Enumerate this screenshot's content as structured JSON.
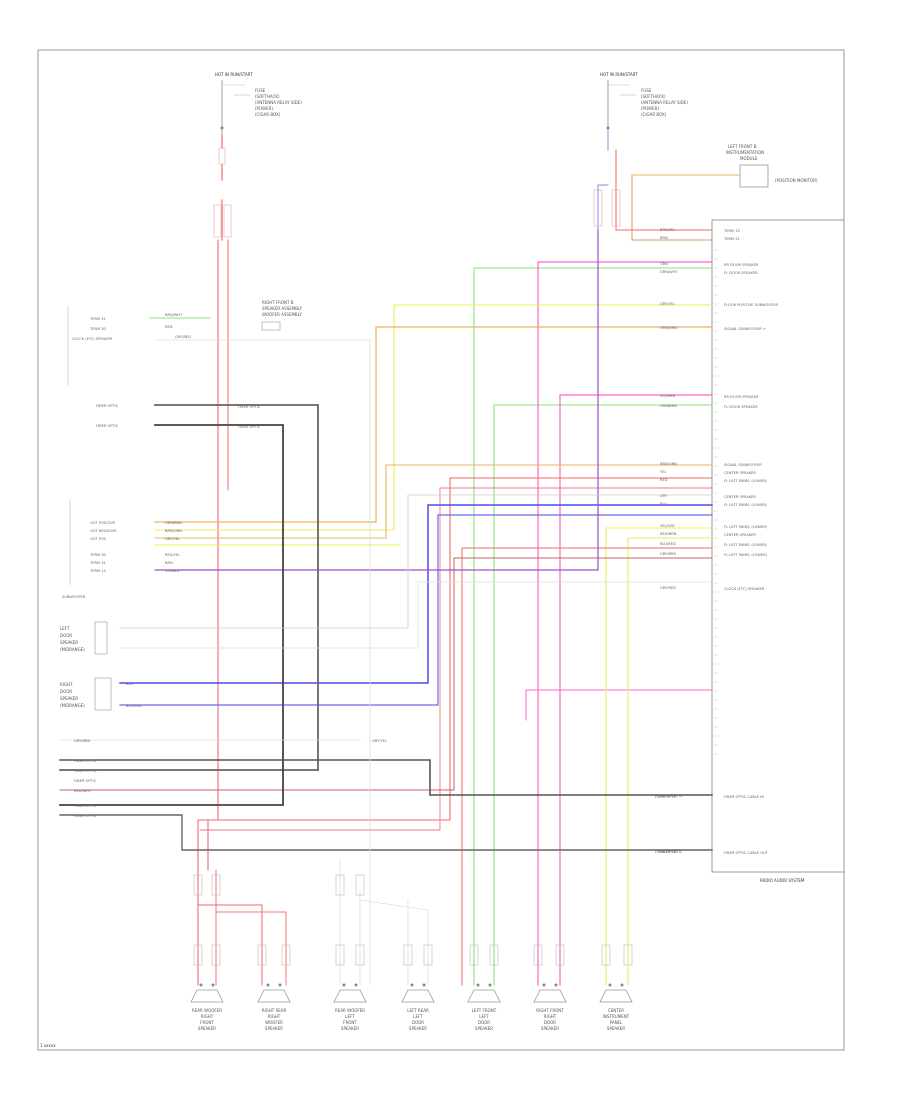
{
  "diagram": {
    "title": "",
    "footer_code": "1 xxxxx",
    "module_name": "RADIO AUDIO SYSTEM",
    "top_left_connector": {
      "header": "HOT IN RUN/START",
      "fuse_lines": [
        "FUSE",
        "(SOFTHACK)",
        "(ANTENNA RELAY SIDE)",
        "(POWER)",
        "(CIGAR BOX)"
      ]
    },
    "top_right_connector": {
      "header": "HOT IN RUN/START",
      "fuse_lines": [
        "FUSE",
        "(SOFTHACK)",
        "(ANTENNA RELAY SIDE)",
        "(POWER)",
        "(CIGAR BOX)"
      ]
    },
    "right_block": {
      "title": [
        "LEFT FRONT B",
        "INSTRUMENTATION",
        "MODULE"
      ],
      "side_label": "(POSITION MONITOR)"
    },
    "left_components": [
      {
        "label": [
          "RIGHT FRONT B",
          "SPEAKER ASSEMBLY",
          "WOOFER ASSEMBLY"
        ],
        "kind": "connector"
      },
      {
        "label": [
          "SUBWOOFER"
        ],
        "kind": "connector"
      },
      {
        "label": [
          "LEFT",
          "DOOR",
          "SPEAKER",
          "(MIDRANGE)"
        ],
        "kind": "switch"
      },
      {
        "label": [
          "RIGHT",
          "DOOR",
          "SPEAKER",
          "(MIDRANGE)"
        ],
        "kind": "switch"
      }
    ],
    "left_pins": [
      {
        "name": "TERM 31",
        "wire": "BRN/WHT"
      },
      {
        "name": "TERM 30",
        "wire": "RED"
      },
      {
        "name": "CLOCK (ETC) SPEAKER",
        "wire": "GRY/RED"
      },
      {
        "name": "FIBER OPTIC",
        "wire": ""
      },
      {
        "name": "FIBER OPTIC",
        "wire": ""
      }
    ],
    "subwoofer_pins": [
      {
        "name": "OUT POSITIVE",
        "wire": "ORN/BRN"
      },
      {
        "name": "OUT NEGATIVE",
        "wire": "BRN/ORN"
      },
      {
        "name": "OUT POS",
        "wire": "GRY/YEL"
      },
      {
        "name": "TERM 30",
        "wire": "RED/YEL"
      },
      {
        "name": "TERM 31",
        "wire": "BRN"
      },
      {
        "name": "TERM 15",
        "wire": "VIO/BLK"
      }
    ],
    "bottom_left_labels": [
      "GRY/BRN",
      "FIBER OPTIC",
      "FIBER OPTIC",
      "FIBER OPTIC",
      "RED/WHT",
      "FIBER OPTIC",
      "FIBER OPTIC"
    ],
    "module_pins": [
      {
        "name": "TERM 15",
        "wire": "BRN/YEL"
      },
      {
        "name": "TERM 31",
        "wire": "BRN"
      },
      {
        "name": "RR DOOR SPEAKER",
        "wire": "GRN"
      },
      {
        "name": "FL DOOR SPEAKER",
        "wire": "GRN/WHT"
      },
      {
        "name": "FLOOR POSITIVE SUBWOOFER",
        "wire": "GRY/YEL"
      },
      {
        "name": "SIGNAL SUBWOOFER +",
        "wire": "ORN/BRN"
      },
      {
        "name": "RR DOOR SPEAKER",
        "wire": "VIO/BRN"
      },
      {
        "name": "FL DOOR SPEAKER",
        "wire": "GRN/BRN"
      },
      {
        "name": "SIGNAL SUBWOOFER",
        "wire": "BRN/ORN"
      },
      {
        "name": "CENTER SPEAKER",
        "wire": "YEL"
      },
      {
        "name": "FL LEFT PANEL (LOWER)",
        "wire": "RED"
      },
      {
        "name": "CENTER SPEAKER",
        "wire": "GRY"
      },
      {
        "name": "FL LEFT PANEL (LOWER)",
        "wire": "BLU"
      },
      {
        "name": "FL LEFT PANEL (LOWER)",
        "wire": "YEL/GRY"
      },
      {
        "name": "CENTER SPEAKER",
        "wire": "RED/BRN"
      },
      {
        "name": "FL LEFT PANEL (LOWER)",
        "wire": "BLU/RED"
      },
      {
        "name": "FL LEFT PANEL (LOWER)",
        "wire": "GRY/BRN"
      },
      {
        "name": "CLOCK (ETC) SPEAKER",
        "wire": "GRY/RED"
      },
      {
        "name": "FIBER OPTIC CABLE IN",
        "wire": "FIBER OPTIC"
      },
      {
        "name": "FIBER OPTIC CABLE OUT",
        "wire": "FIBER OPTIC"
      }
    ],
    "wire_labels": {
      "red_yel": "RED/YEL",
      "fiber_optic": "FIBER OPTIC",
      "red_brn": "RED/BRN",
      "gry_yel": "GRY/YEL",
      "blu": "BLU",
      "blu_red": "BLU/RED"
    },
    "speakers": [
      {
        "label": [
          "REAR WOOFER",
          "RIGHT",
          "FRONT",
          "SPEAKER"
        ]
      },
      {
        "label": [
          "RIGHT REAR",
          "RIGHT",
          "WOOFER",
          "SPEAKER"
        ]
      },
      {
        "label": [
          "REAR WOOFER",
          "LEFT",
          "FRONT",
          "SPEAKER"
        ]
      },
      {
        "label": [
          "LEFT REAR",
          "LEFT",
          "DOOR",
          "SPEAKER"
        ]
      },
      {
        "label": [
          "LEFT FRONT",
          "LEFT",
          "DOOR",
          "SPEAKER"
        ]
      },
      {
        "label": [
          "RIGHT FRONT",
          "RIGHT",
          "DOOR",
          "SPEAKER"
        ]
      },
      {
        "label": [
          "CENTER",
          "INSTRUMENT",
          "PANEL",
          "SPEAKER"
        ]
      }
    ],
    "colors": {
      "red": "#f26a6a",
      "pink": "#ff66cc",
      "green": "#88e27a",
      "yellow": "#ecec5a",
      "orange": "#f0b060",
      "blue": "#4c4cf0",
      "violet": "#a050c0",
      "brown": "#a07040",
      "fiber": "#555555",
      "gray": "#bfbfbf",
      "border": "#999999"
    }
  }
}
